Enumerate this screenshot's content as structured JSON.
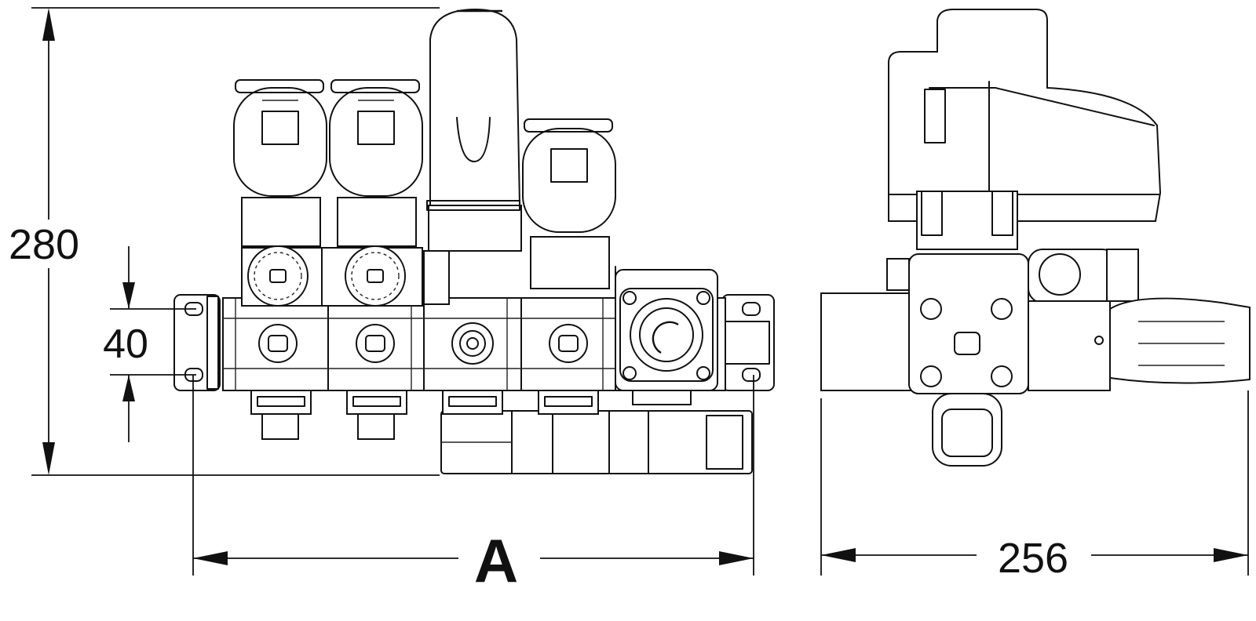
{
  "dimensions": {
    "height": "280",
    "mount_spacing": "40",
    "length": "A",
    "depth": "256"
  },
  "icons": {
    "front_view": "valve-manifold-front-view",
    "side_view": "valve-manifold-side-view",
    "logo": "arag-logo-icon",
    "pressure_gauge": "pressure-gauge-icon",
    "dial": "calibration-dial-icon"
  }
}
